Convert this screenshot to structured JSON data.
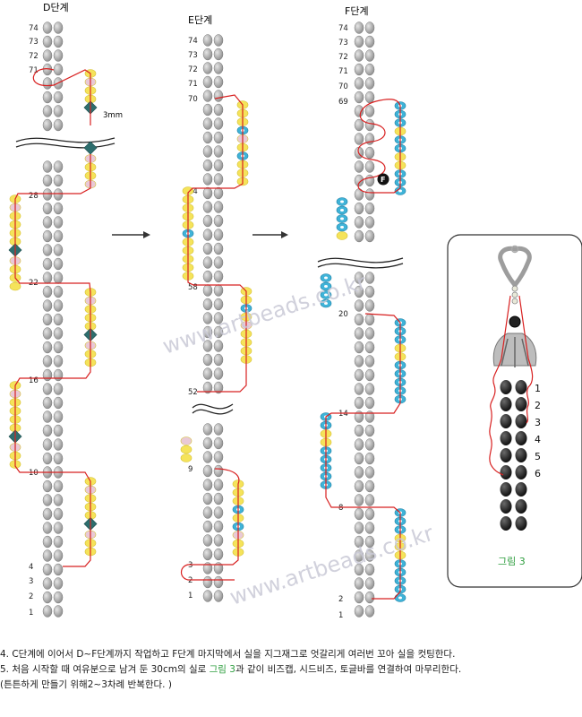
{
  "diagram": {
    "stages": [
      {
        "title": "D단계",
        "row_labels": [
          "74",
          "73",
          "72",
          "71",
          "28",
          "22",
          "16",
          "10",
          "4",
          "3",
          "2",
          "1"
        ],
        "size_label": "3mm"
      },
      {
        "title": "E단계",
        "row_labels": [
          "74",
          "73",
          "72",
          "71",
          "70",
          "64",
          "58",
          "52",
          "9",
          "3",
          "2",
          "1"
        ]
      },
      {
        "title": "F단계",
        "row_labels": [
          "74",
          "73",
          "72",
          "71",
          "70",
          "69",
          "20",
          "14",
          "8",
          "2",
          "1"
        ],
        "marker": "F"
      }
    ],
    "figure3": {
      "row_labels": [
        "1",
        "2",
        "3",
        "4",
        "5",
        "6"
      ],
      "caption": "그림 3"
    },
    "watermark": "www.artbeads.co.kr",
    "colors": {
      "gray_bead": "#9a9a9a",
      "yellow_bead": "#f5e35a",
      "cyan_bead": "#3fb3d8",
      "pink_bead": "#e9c9d6",
      "green_bead": "#2d6e6e",
      "thread": "#d82020",
      "black_bead": "#1c1c1c",
      "caption_green": "#2e9e3f"
    }
  },
  "instructions": {
    "line1": "4. C단계에 이어서 D~F단계까지 작업하고 F단계 마지막에서 실을 지그재그로 엇갈리게 여러번 꼬아 실을 컷팅한다.",
    "line2_before": "5. 처음 시작할 때 여유분으로 남겨 둔 30cm의 실로 ",
    "line2_highlight": "그림 3",
    "line2_after": "과 같이 비즈캡, 시드비즈, 토글바를 연결하여 마무리한다.",
    "line3": "(튼튼하게 만들기 위해2~3차례 반복한다. )"
  }
}
